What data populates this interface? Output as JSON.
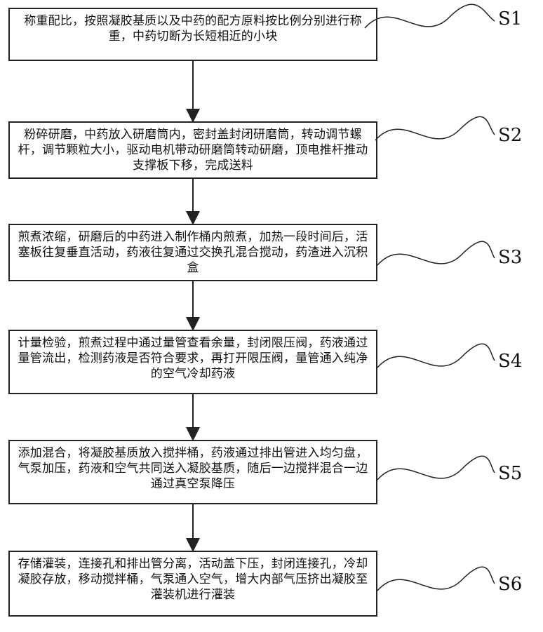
{
  "steps": [
    {
      "label": "S1",
      "text": "称重配比，按照凝胶基质以及中药的配方原料按比例分别进行称重，中药切断为长短相近的小块"
    },
    {
      "label": "S2",
      "text": "粉碎研磨，中药放入研磨筒内，密封盖封闭研磨筒，转动调节螺杆，调节颗粒大小，驱动电机带动研磨筒转动研磨，顶电推杆推动支撑板下移，完成送料"
    },
    {
      "label": "S3",
      "text": "煎煮浓缩，研磨后的中药进入制作桶内煎煮，加热一段时间后，活塞板往复垂直活动，药液往复通过交换孔混合搅动，药渣进入沉积盒"
    },
    {
      "label": "S4",
      "text": "计量检验，煎煮过程中通过量管查看余量，封闭限压阀，药液通过量管流出，检测药液是否符合要求，再打开限压阀，量管通入纯净的空气冷却药液"
    },
    {
      "label": "S5",
      "text": "添加混合，将凝胶基质放入搅拌桶，药液通过排出管进入均匀盘，气泵加压，药液和空气共同送入凝胶基质，随后一边搅拌混合一边通过真空泵降压"
    },
    {
      "label": "S6",
      "text": "存储灌装，连接孔和排出管分离，活动盖下压，封闭连接孔，冷却凝胶存放，移动搅拌桶，气泵通入空气，增大内部气压挤出凝胶至灌装机进行灌装"
    }
  ]
}
